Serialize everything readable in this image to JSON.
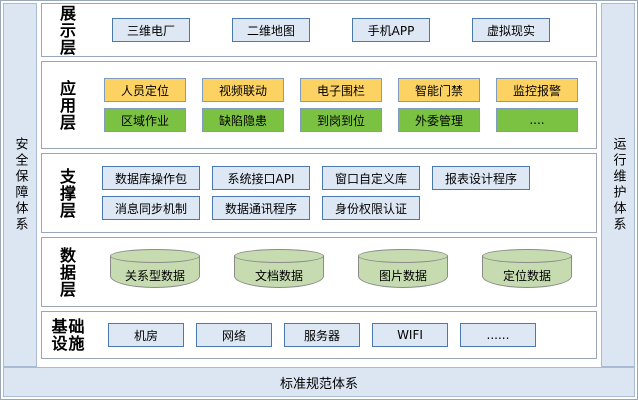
{
  "left_sidebar": {
    "label": "安全保障体系"
  },
  "right_sidebar": {
    "label": "运行维护体系"
  },
  "bottom_bar": {
    "label": "标准规范体系"
  },
  "colors": {
    "blue_fill": "#dde8f4",
    "blue_border": "#4979ad",
    "yellow_fill": "#fcd262",
    "green_fill": "#7cc242",
    "cylinder_fill": "#c6dcb0",
    "sidebar_fill": "#dce6f2",
    "panel_border": "#9aa7b8"
  },
  "layers": [
    {
      "title": "展示层",
      "title_chars": [
        "展",
        "示",
        "层"
      ],
      "rows": [
        {
          "style": "blue",
          "items": [
            "三维电厂",
            "二维地图",
            "手机APP",
            "虚拟现实"
          ]
        }
      ]
    },
    {
      "title": "应用层",
      "title_chars": [
        "应",
        "用",
        "层"
      ],
      "rows": [
        {
          "style": "yellow",
          "items": [
            "人员定位",
            "视频联动",
            "电子围栏",
            "智能门禁",
            "监控报警"
          ]
        },
        {
          "style": "green",
          "items": [
            "区域作业",
            "缺陷隐患",
            "到岗到位",
            "外委管理",
            "...."
          ]
        }
      ]
    },
    {
      "title": "支撑层",
      "title_chars": [
        "支",
        "撑",
        "层"
      ],
      "rows": [
        {
          "style": "blue",
          "items": [
            "数据库操作包",
            "系统接口API",
            "窗口自定义库",
            "报表设计程序"
          ]
        },
        {
          "style": "blue",
          "items": [
            "消息同步机制",
            "数据通讯程序",
            "身份权限认证"
          ]
        }
      ]
    },
    {
      "title": "数据层",
      "title_chars": [
        "数",
        "据",
        "层"
      ],
      "rows": [
        {
          "style": "cylinder",
          "items": [
            "关系型数据",
            "文档数据",
            "图片数据",
            "定位数据"
          ]
        }
      ]
    },
    {
      "title": "基础设施",
      "title_chars": [
        "基",
        "础",
        "设",
        "施"
      ],
      "rows": [
        {
          "style": "blue",
          "items": [
            "机房",
            "网络",
            "服务器",
            "WIFI",
            "......"
          ]
        }
      ]
    }
  ]
}
